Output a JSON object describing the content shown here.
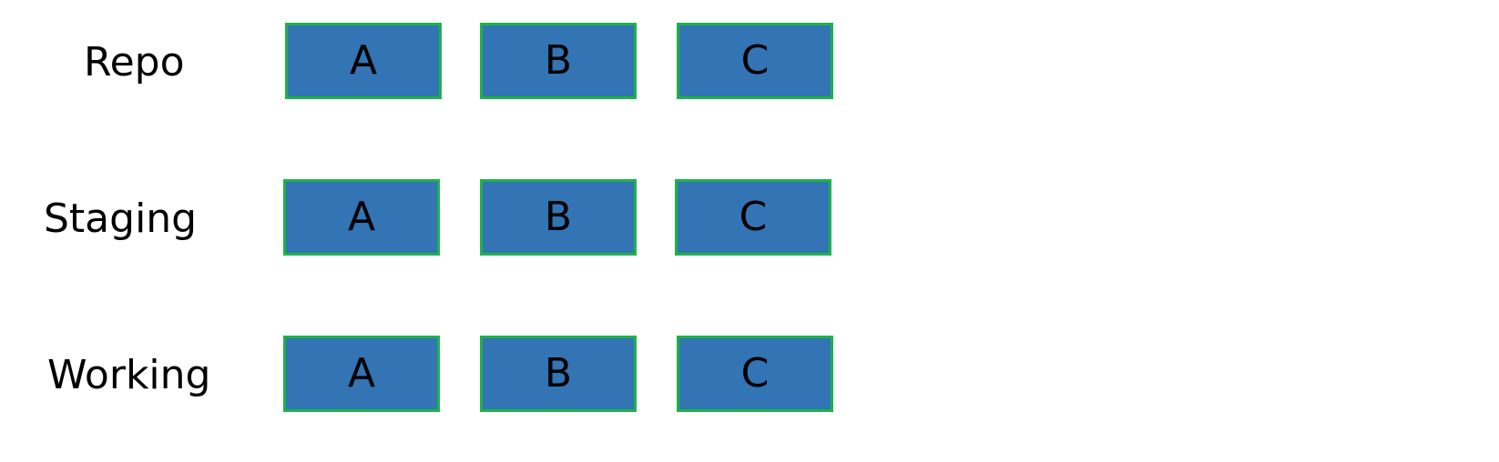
{
  "colors": {
    "box_fill": "#3274b4",
    "box_border": "#1fb24a",
    "text": "#000000",
    "background": "#ffffff"
  },
  "rows": [
    {
      "label": "Repo",
      "boxes": [
        "A",
        "B",
        "C"
      ]
    },
    {
      "label": "Staging",
      "boxes": [
        "A",
        "B",
        "C"
      ]
    },
    {
      "label": "Working",
      "boxes": [
        "A",
        "B",
        "C"
      ]
    }
  ]
}
